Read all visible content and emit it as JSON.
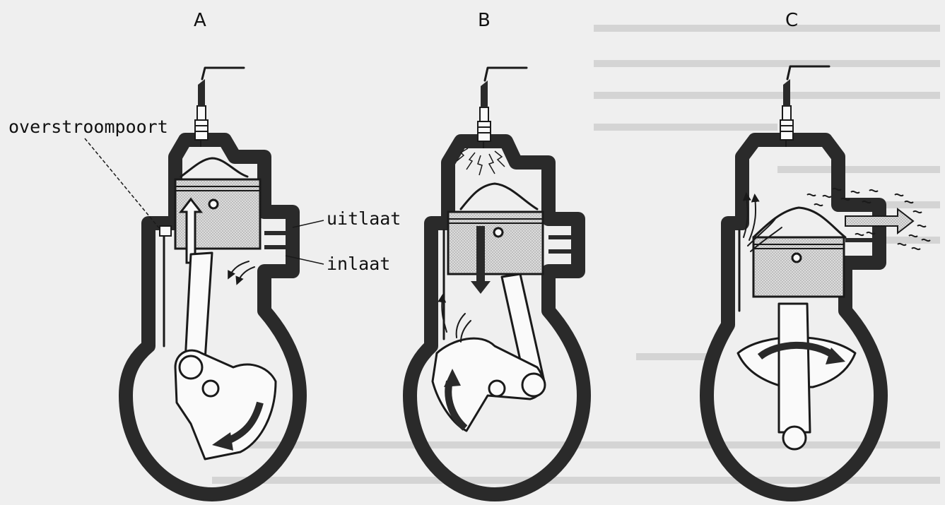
{
  "diagram": {
    "panels": [
      {
        "id": "A",
        "letter": "A"
      },
      {
        "id": "B",
        "letter": "B"
      },
      {
        "id": "C",
        "letter": "C"
      }
    ],
    "labels": {
      "transfer_port": "overstroompoort",
      "exhaust": "uitlaat",
      "intake": "inlaat"
    },
    "colors": {
      "background": "#efefef",
      "wall": "#2a2a2a",
      "interior": "#fafafa",
      "piston_fill": "#d6d6d6",
      "ink": "#111111"
    },
    "icons": [
      "spark-plug-icon",
      "arrow-icon",
      "spark-icon",
      "exhaust-smoke-icon"
    ]
  }
}
